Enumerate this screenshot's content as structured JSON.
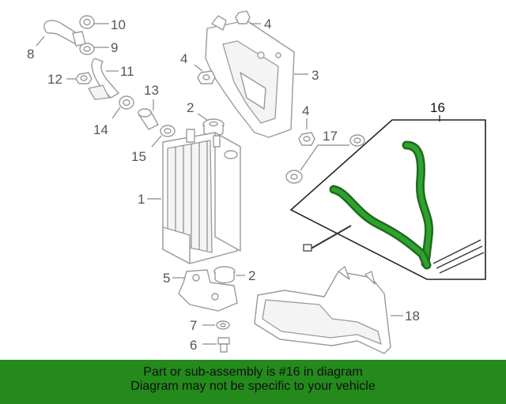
{
  "callouts": {
    "c1": "1",
    "c2a": "2",
    "c2b": "2",
    "c3": "3",
    "c4a": "4",
    "c4b": "4",
    "c4c": "4",
    "c5": "5",
    "c6": "6",
    "c7": "7",
    "c8": "8",
    "c9": "9",
    "c10": "10",
    "c11": "11",
    "c12": "12",
    "c13": "13",
    "c14": "14",
    "c15": "15",
    "c16": "16",
    "c17": "17",
    "c18": "18"
  },
  "highlight_color": "#238a1b",
  "banner": {
    "line1": "Part or sub-assembly is #16 in diagram",
    "line2": "Diagram may not be specific to your vehicle"
  }
}
